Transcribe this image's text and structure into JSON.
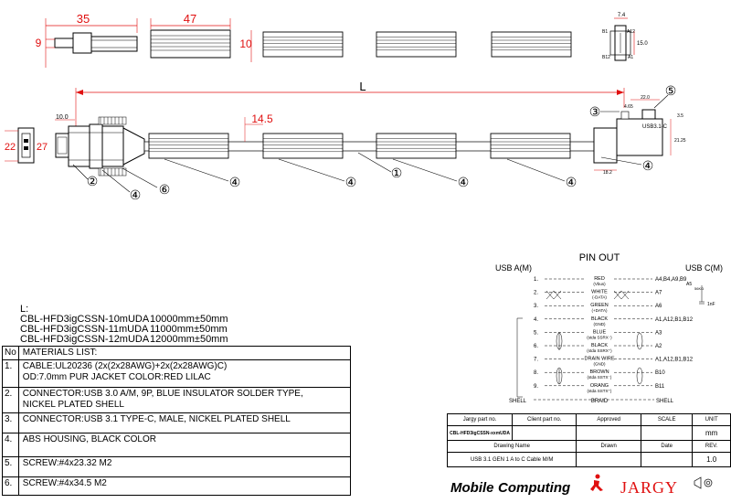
{
  "dimensions": {
    "d35": "35",
    "d47": "47",
    "d9": "9",
    "d10": "10",
    "d7_4": "7.4",
    "d15_0": "15.0",
    "L": "L",
    "d14_5": "14.5",
    "d10_0": "10.0",
    "d22": "22",
    "d27": "27",
    "d22_0": "22.0",
    "d3_5": "3.5",
    "d4_65": "4.65",
    "d21_25": "21.25",
    "d18_2": "18.2"
  },
  "end_view_pins": {
    "b1": "B1",
    "a12": "A12",
    "b12": "B12",
    "a1": "A1"
  },
  "connector_c_label": "USB3.1-C",
  "callouts": {
    "c1": "①",
    "c2": "②",
    "c3": "③",
    "c4": "④",
    "c5": "⑤",
    "c6": "⑥"
  },
  "pinout": {
    "title": "PIN OUT",
    "left_header": "USB A(M)",
    "right_header": "USB C(M)",
    "resistor": "A5",
    "resistor_value": "56KΩ",
    "capacitor": "1nF",
    "rows": [
      {
        "pin": "1.",
        "name": "RED",
        "sub": "(Vbus)",
        "c": "A4,B4,A9,B9"
      },
      {
        "pin": "2.",
        "name": "WHITE",
        "sub": "(-DATA)",
        "c": "A7"
      },
      {
        "pin": "3.",
        "name": "GREEN",
        "sub": "(+DATA)",
        "c": "A6"
      },
      {
        "pin": "4.",
        "name": "BLACK",
        "sub": "(GND)",
        "c": "A1,A12,B1,B12"
      },
      {
        "pin": "5.",
        "name": "BLUE",
        "sub": "(stda SSRX⁻)",
        "c": "A3"
      },
      {
        "pin": "6.",
        "name": "BLACK",
        "sub": "(stda SSRX⁺)",
        "c": "A2"
      },
      {
        "pin": "7.",
        "name": "DRAIN WIRE",
        "sub": "(GND)",
        "c": "A1,A12,B1,B12"
      },
      {
        "pin": "8.",
        "name": "BROWN",
        "sub": "(stda SSTX⁻)",
        "c": "B10"
      },
      {
        "pin": "9.",
        "name": "ORANG",
        "sub": "(stda SSTX⁺)",
        "c": "B11"
      }
    ],
    "shell_left": "SHELL",
    "braid": "BRAID",
    "shell_right": "SHELL"
  },
  "lengths": {
    "heading": "L:",
    "rows": [
      {
        "part": "CBL-HFD3igCSSN-10mUDA",
        "len": "10000mm±50mm"
      },
      {
        "part": "CBL-HFD3igCSSN-11mUDA",
        "len": "11000mm±50mm"
      },
      {
        "part": "CBL-HFD3igCSSN-12mUDA",
        "len": "12000mm±50mm"
      }
    ]
  },
  "materials": {
    "no_header": "No",
    "header": "MATERIALS LIST:",
    "rows": [
      {
        "no": "1.",
        "line1": "CABLE:UL20236 (2x(2x28AWG)+2x(2x28AWG)C)",
        "line2": "OD:7.0mm  PUR JACKET COLOR:RED LILAC"
      },
      {
        "no": "2.",
        "line1": "CONNECTOR:USB 3.0 A/M, 9P, BLUE INSULATOR SOLDER TYPE,",
        "line2": "NICKEL PLATED SHELL"
      },
      {
        "no": "3.",
        "line1": "CONNECTOR:USB 3.1 TYPE-C, MALE, NICKEL PLATED SHELL",
        "line2": ""
      },
      {
        "no": "4.",
        "line1": "ABS HOUSING, BLACK COLOR",
        "line2": ""
      },
      {
        "no": "5.",
        "line1": "SCREW:#4x23.32 M2",
        "line2": ""
      },
      {
        "no": "6.",
        "line1": "SCREW:#4x34.5 M2",
        "line2": ""
      }
    ]
  },
  "title_block": {
    "jargy_part_label": "Jargy part no.",
    "client_part_label": "Client part no.",
    "approved_label": "Approved",
    "scale_label": "SCALE",
    "unit_label": "UNIT",
    "part_no": "CBL-HFD3igCSSN-xxmUDA",
    "unit": "mm",
    "drawing_name_label": "Drawing Name",
    "drawn_label": "Drawn",
    "date_label": "Date",
    "rev_label": "REV.",
    "drawing_name": "USB 3.1 GEN 1 A to C Cable M/M",
    "rev": "1.0",
    "logo_mobile": "Mobile",
    "logo_computing": "Computing",
    "logo_jargy": "JARGY"
  },
  "colors": {
    "dimension": "#e01010",
    "line": "#000000",
    "mobile_logo": "#000000",
    "jargy_logo": "#e01010"
  }
}
